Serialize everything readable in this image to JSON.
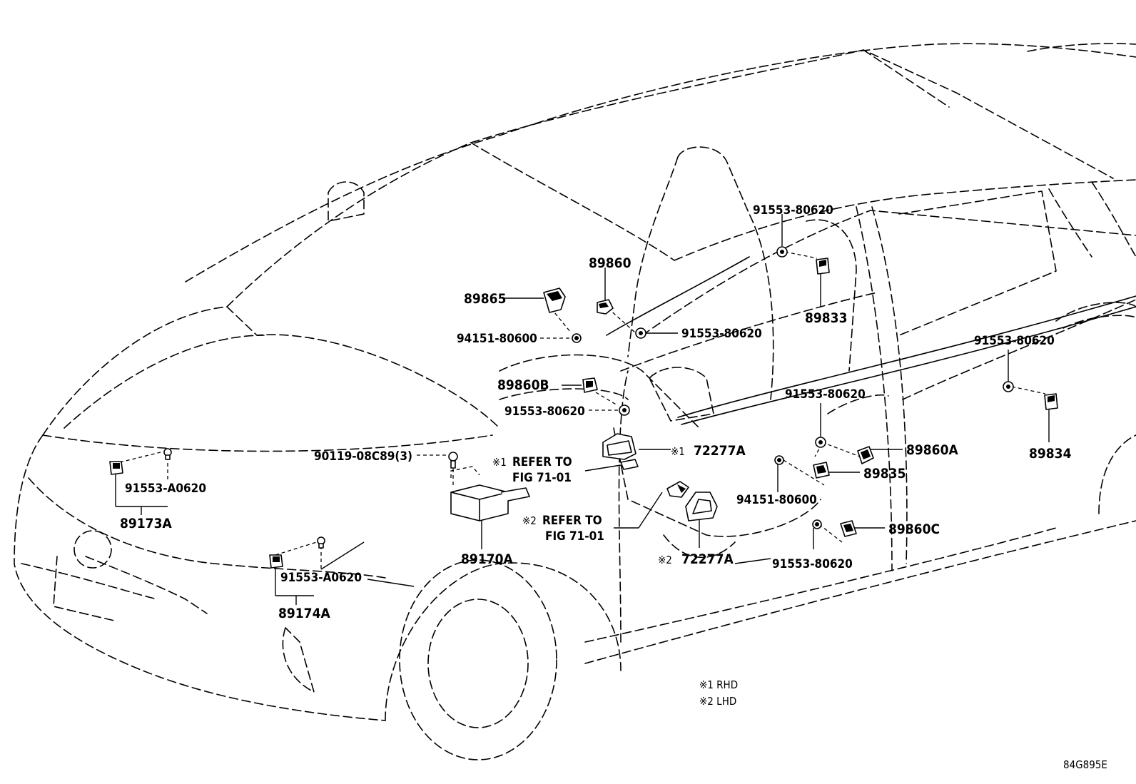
{
  "diagram_code": "84G895E",
  "parts": {
    "p_91553_80620_top": "91553-80620",
    "p_89860": "89860",
    "p_89865": "89865",
    "p_89833": "89833",
    "p_94151_80600_left": "94151-80600",
    "p_91553_80620_mid": "91553-80620",
    "p_91553_80620_right": "91553-80620",
    "p_89860B": "89860B",
    "p_91553_80620_b": "91553-80620",
    "p_91553_80620_door": "91553-80620",
    "p_90119": "90119-08C89(3)",
    "p_72277A_1": "72277A",
    "p_89860A": "89860A",
    "p_89834": "89834",
    "p_89835": "89835",
    "p_94151_80600_right": "94151-80600",
    "p_91553_A0620_left": "91553-A0620",
    "p_89173A": "89173A",
    "p_89860C": "89860C",
    "p_72277A_2": "72277A",
    "p_91553_80620_bottom": "91553-80620",
    "p_91553_A0620_front": "91553-A0620",
    "p_89174A": "89174A",
    "p_89170A": "89170A"
  },
  "refs": {
    "ref1_prefix": "※1",
    "ref1_line1": "REFER TO",
    "ref1_line2": "FIG 71-01",
    "ref2_prefix": "※2",
    "ref2_line1": "REFER TO",
    "ref2_line2": "FIG 71-01",
    "tag1": "※1",
    "tag2": "※2"
  },
  "legend": {
    "item1": "※1 RHD",
    "item2": "※2 LHD"
  }
}
